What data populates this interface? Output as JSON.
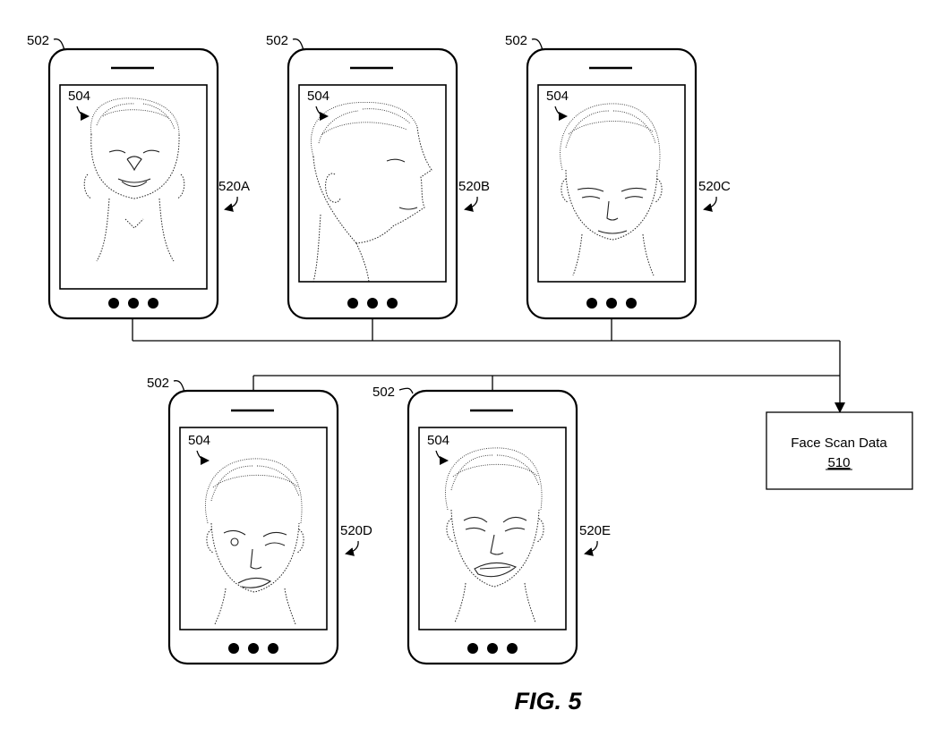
{
  "figure_label": "FIG. 5",
  "devices": [
    {
      "device_ref": "502",
      "image_ref": "504",
      "view_ref": "520A",
      "pose": "looking-up"
    },
    {
      "device_ref": "502",
      "image_ref": "504",
      "view_ref": "520B",
      "pose": "profile-right"
    },
    {
      "device_ref": "502",
      "image_ref": "504",
      "view_ref": "520C",
      "pose": "front-down"
    },
    {
      "device_ref": "502",
      "image_ref": "504",
      "view_ref": "520D",
      "pose": "squint"
    },
    {
      "device_ref": "502",
      "image_ref": "504",
      "view_ref": "520E",
      "pose": "grimace"
    }
  ],
  "output_box": {
    "title": "Face Scan Data",
    "ref": "510"
  }
}
